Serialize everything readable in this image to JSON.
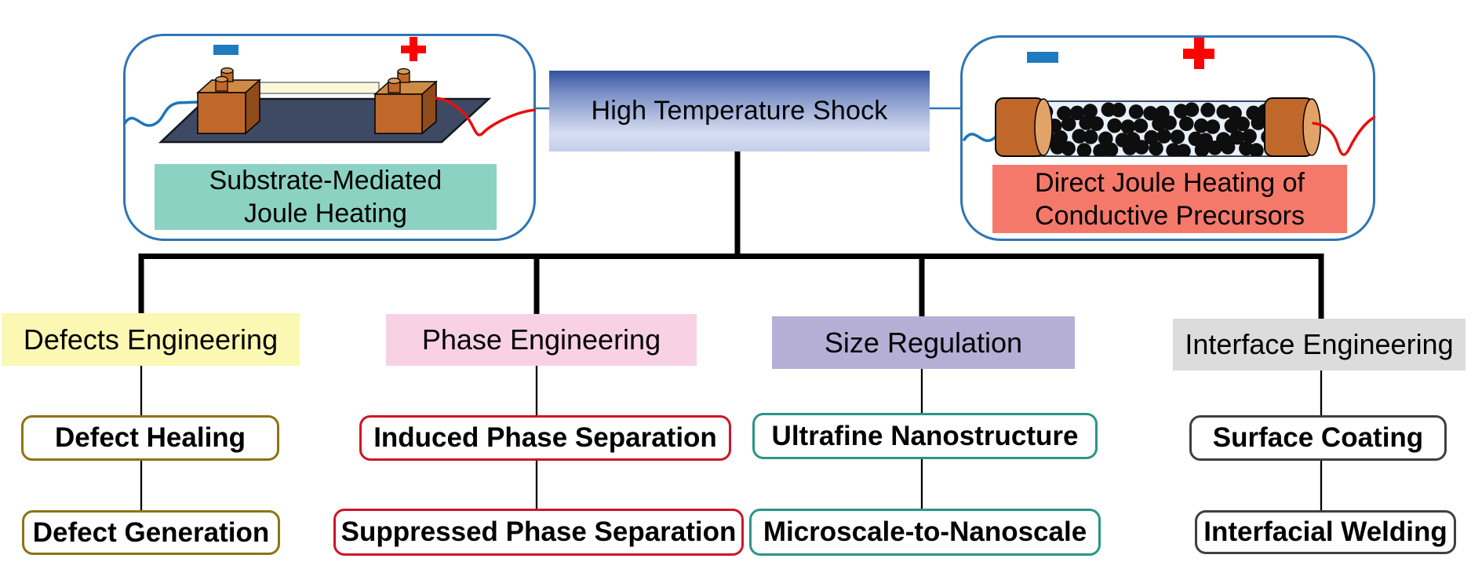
{
  "diagram": {
    "center": {
      "title": "High Temperature Shock"
    },
    "left_method": {
      "name": "Substrate-Mediated Joule Heating",
      "line1": "Substrate-Mediated",
      "line2": "Joule Heating",
      "negative_terminal": "−",
      "positive_terminal": "+",
      "label_bg": "#8CD2C2"
    },
    "right_method": {
      "name": "Direct Joule Heating of Conductive Precursors",
      "line1": "Direct Joule Heating of",
      "line2": "Conductive Precursors",
      "negative_terminal": "−",
      "positive_terminal": "+",
      "label_bg": "#F4796B"
    },
    "branches": [
      {
        "label": "Defects Engineering",
        "bg": "#FAF8B2",
        "outcome_border": "#8B7414",
        "outcomes": [
          "Defect Healing",
          "Defect Generation"
        ]
      },
      {
        "label": "Phase Engineering",
        "bg": "#F9D1E5",
        "outcome_border": "#CE1526",
        "outcomes": [
          "Induced Phase Separation",
          "Suppressed Phase Separation"
        ]
      },
      {
        "label": "Size Regulation",
        "bg": "#B5AFD6",
        "outcome_border": "#2D9488",
        "outcomes": [
          "Ultrafine Nanostructure",
          "Microscale-to-Nanoscale"
        ]
      },
      {
        "label": "Interface Engineering",
        "bg": "#DCDCDC",
        "outcome_border": "#3F3F3F",
        "outcomes": [
          "Surface Coating",
          "Interfacial Welding"
        ]
      }
    ],
    "colors": {
      "panel_border": "#2E75B6",
      "gradient_top": "#3A5CA8",
      "gradient_bottom": "#D9E1F2",
      "connector": "#000000",
      "wire_negative": "#1B75BC",
      "wire_positive": "#E8100C"
    }
  }
}
